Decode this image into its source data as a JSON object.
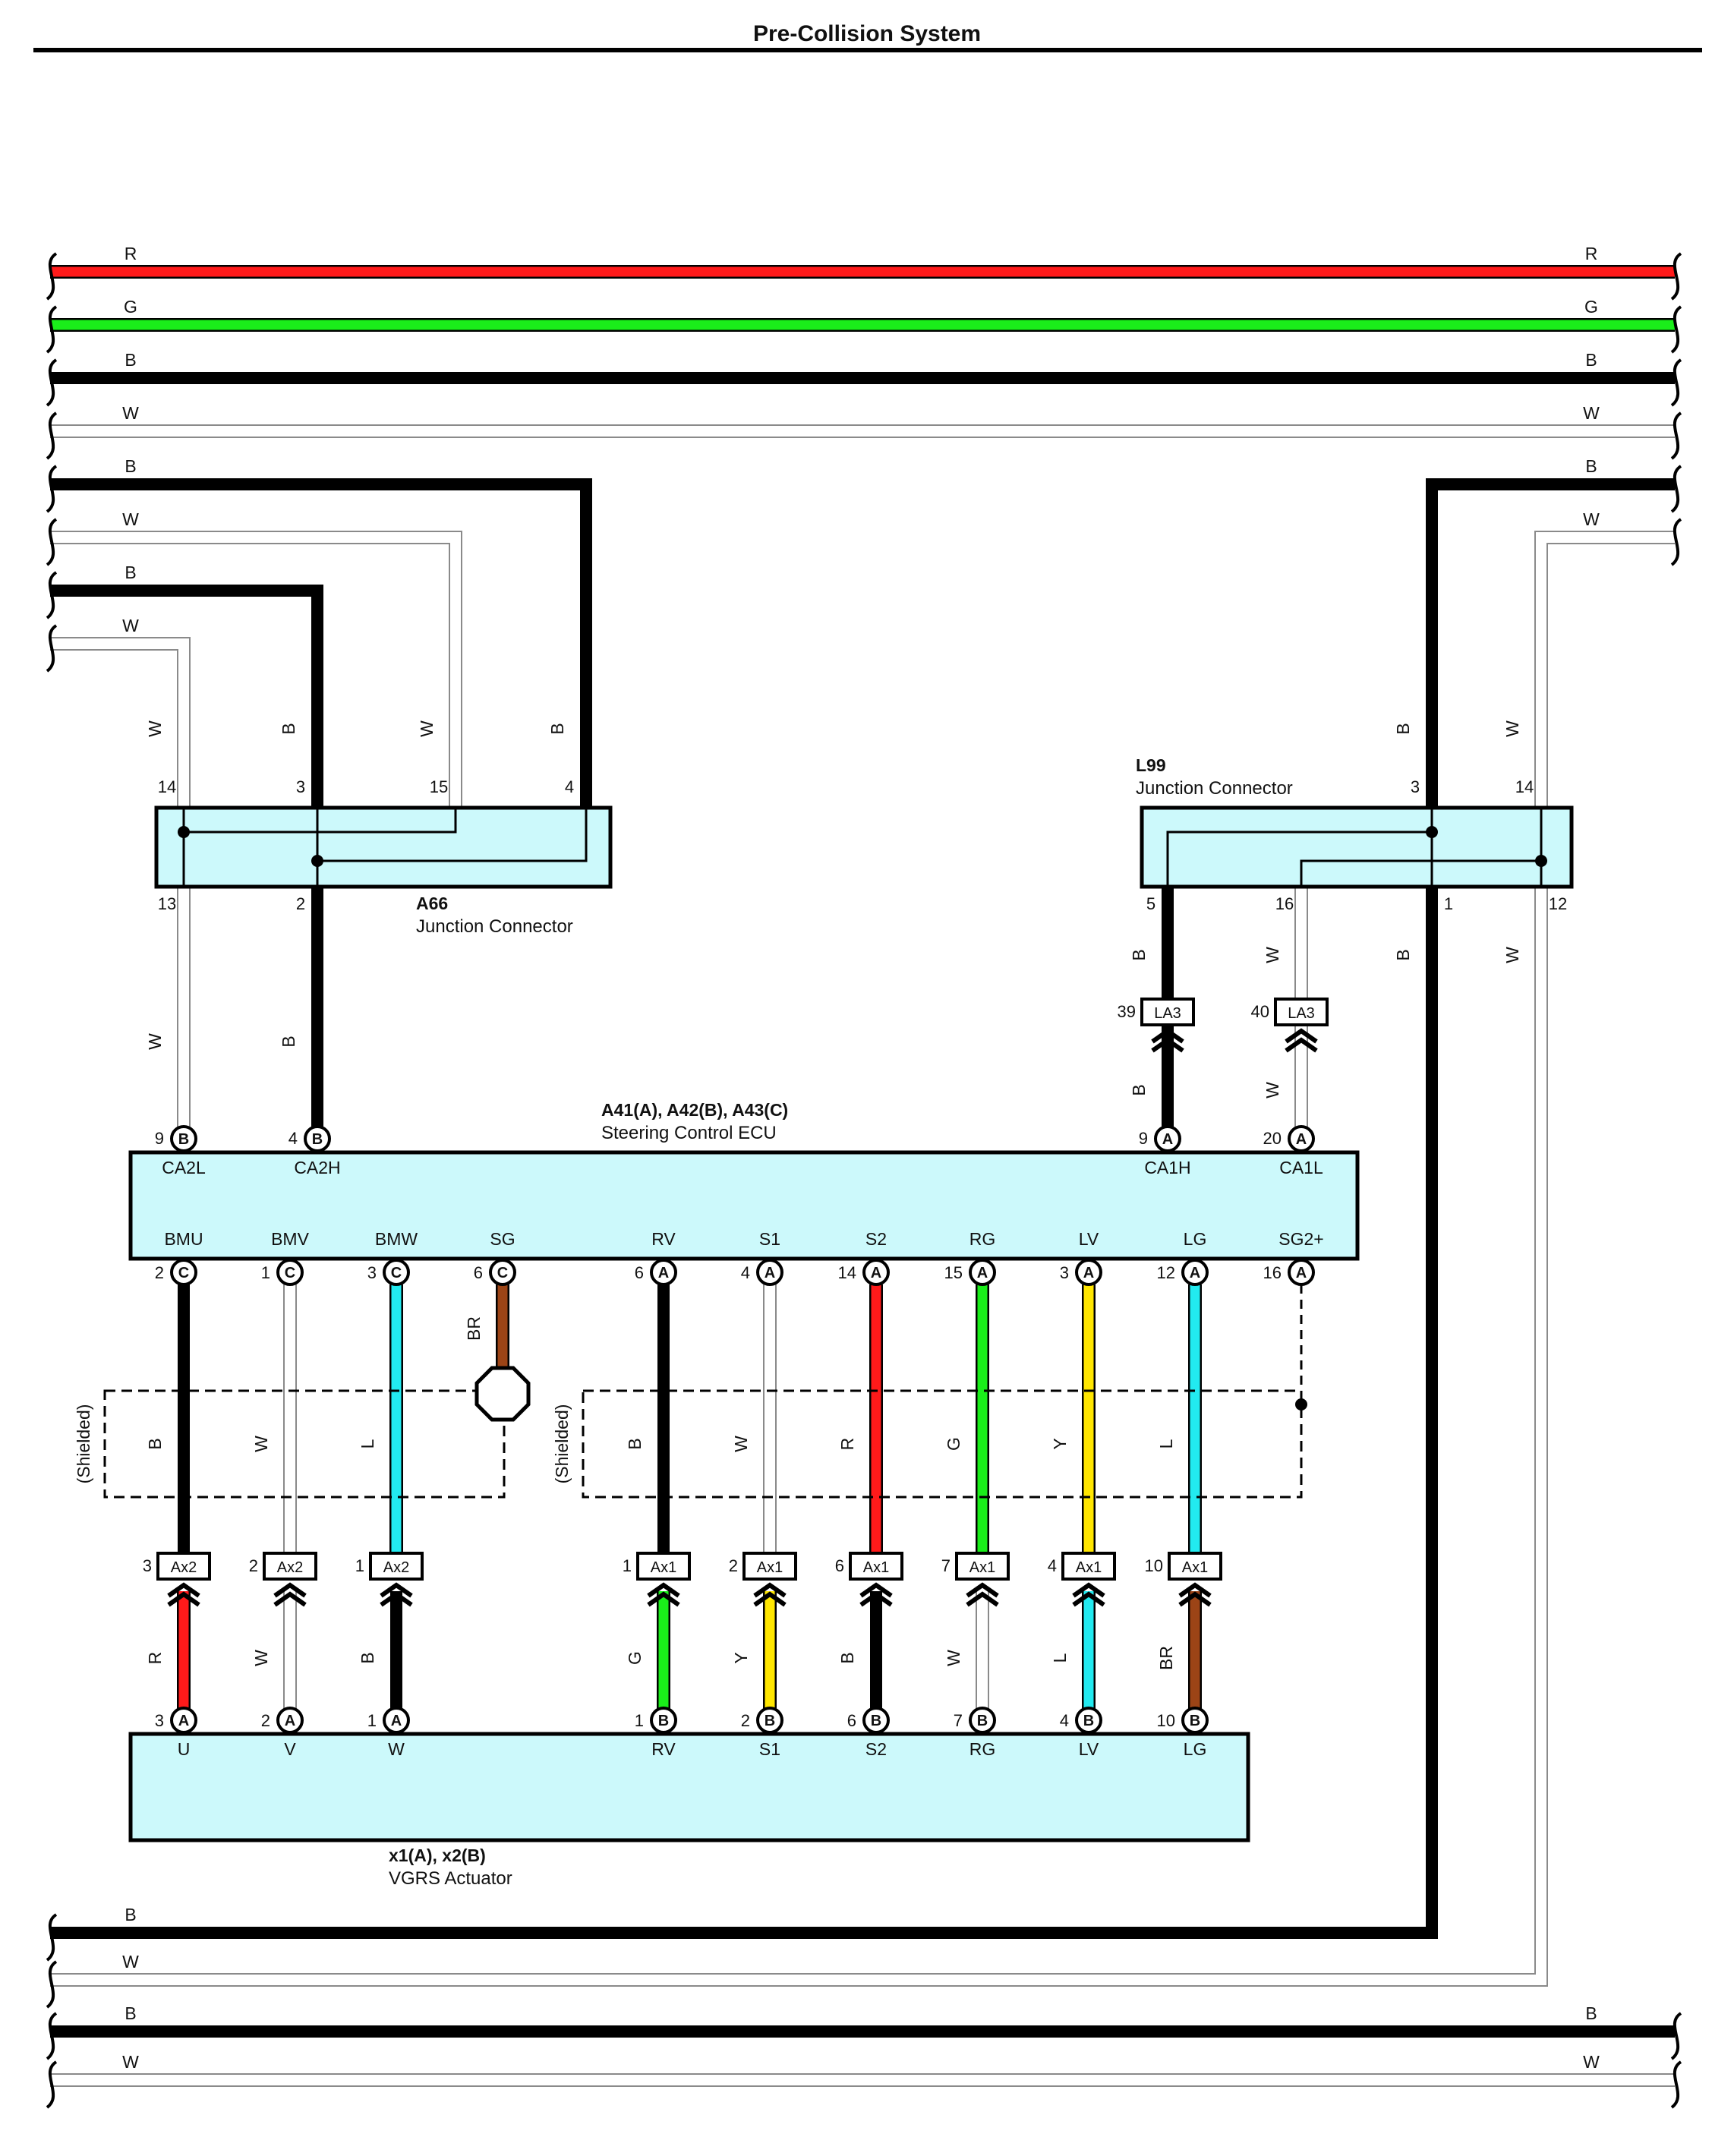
{
  "title": "Pre-Collision System",
  "colors": {
    "R": "#ff1a1a",
    "G": "#1aee1a",
    "B": "#000000",
    "W": "#ffffff",
    "L": "#22eaf0",
    "Y": "#ffe600",
    "BR": "#9c4416",
    "box": "#ccf9fb"
  },
  "bus_labels": [
    "R",
    "G",
    "B",
    "W",
    "B",
    "W",
    "B",
    "W"
  ],
  "bus_labels_right": [
    "R",
    "G",
    "B",
    "W",
    "B",
    "W"
  ],
  "bottom_bus_labels": [
    "B",
    "W",
    "B",
    "W"
  ],
  "bottom_bus_labels_right": [
    "B",
    "W"
  ],
  "a66": {
    "name": "A66",
    "desc": "Junction Connector",
    "top_pins": [
      "14",
      "3",
      "15",
      "4"
    ],
    "bottom_pins": [
      "13",
      "2"
    ],
    "wire_colors_top": [
      "W",
      "B",
      "W",
      "B"
    ],
    "wire_colors_bottom": [
      "W",
      "B"
    ]
  },
  "l99": {
    "name": "L99",
    "desc": "Junction Connector",
    "top_pins": [
      "3",
      "14"
    ],
    "bottom_pins": [
      "5",
      "16",
      "1",
      "12"
    ],
    "wire_colors_top": [
      "B",
      "W"
    ],
    "wire_colors_bottom": [
      "B",
      "W",
      "B",
      "W"
    ]
  },
  "la3": {
    "label": "LA3",
    "pins": [
      "39",
      "40"
    ],
    "wire_colors_upper": [
      "B",
      "W"
    ],
    "wire_colors_lower": [
      "B",
      "W"
    ]
  },
  "ecu": {
    "name": "A41(A), A42(B), A43(C)",
    "desc": "Steering Control ECU",
    "top_pins": [
      {
        "num": "9",
        "cn": "B",
        "sig": "CA2L"
      },
      {
        "num": "4",
        "cn": "B",
        "sig": "CA2H"
      },
      {
        "num": "9",
        "cn": "A",
        "sig": "CA1H"
      },
      {
        "num": "20",
        "cn": "A",
        "sig": "CA1L"
      }
    ],
    "bottom_pins": [
      {
        "num": "2",
        "cn": "C",
        "sig": "BMU"
      },
      {
        "num": "1",
        "cn": "C",
        "sig": "BMV"
      },
      {
        "num": "3",
        "cn": "C",
        "sig": "BMW"
      },
      {
        "num": "6",
        "cn": "C",
        "sig": "SG"
      },
      {
        "num": "6",
        "cn": "A",
        "sig": "RV"
      },
      {
        "num": "4",
        "cn": "A",
        "sig": "S1"
      },
      {
        "num": "14",
        "cn": "A",
        "sig": "S2"
      },
      {
        "num": "15",
        "cn": "A",
        "sig": "RG"
      },
      {
        "num": "3",
        "cn": "A",
        "sig": "LV"
      },
      {
        "num": "12",
        "cn": "A",
        "sig": "LG"
      },
      {
        "num": "16",
        "cn": "A",
        "sig": "SG2+"
      }
    ]
  },
  "sg_wire_color": "BR",
  "shielded_label": "(Shielded)",
  "upper_wire_colors": [
    "B",
    "W",
    "L",
    "B",
    "W",
    "R",
    "G",
    "Y",
    "L"
  ],
  "ax_connectors": [
    {
      "pin": "3",
      "label": "Ax2"
    },
    {
      "pin": "2",
      "label": "Ax2"
    },
    {
      "pin": "1",
      "label": "Ax2"
    },
    {
      "pin": "1",
      "label": "Ax1"
    },
    {
      "pin": "2",
      "label": "Ax1"
    },
    {
      "pin": "6",
      "label": "Ax1"
    },
    {
      "pin": "7",
      "label": "Ax1"
    },
    {
      "pin": "4",
      "label": "Ax1"
    },
    {
      "pin": "10",
      "label": "Ax1"
    }
  ],
  "lower_wire_colors": [
    "R",
    "W",
    "B",
    "G",
    "Y",
    "B",
    "W",
    "L",
    "BR"
  ],
  "actuator": {
    "name": "x1(A), x2(B)",
    "desc": "VGRS Actuator",
    "pins": [
      {
        "num": "3",
        "cn": "A",
        "sig": "U"
      },
      {
        "num": "2",
        "cn": "A",
        "sig": "V"
      },
      {
        "num": "1",
        "cn": "A",
        "sig": "W"
      },
      {
        "num": "1",
        "cn": "B",
        "sig": "RV"
      },
      {
        "num": "2",
        "cn": "B",
        "sig": "S1"
      },
      {
        "num": "6",
        "cn": "B",
        "sig": "S2"
      },
      {
        "num": "7",
        "cn": "B",
        "sig": "RG"
      },
      {
        "num": "4",
        "cn": "B",
        "sig": "LV"
      },
      {
        "num": "10",
        "cn": "B",
        "sig": "LG"
      }
    ]
  }
}
